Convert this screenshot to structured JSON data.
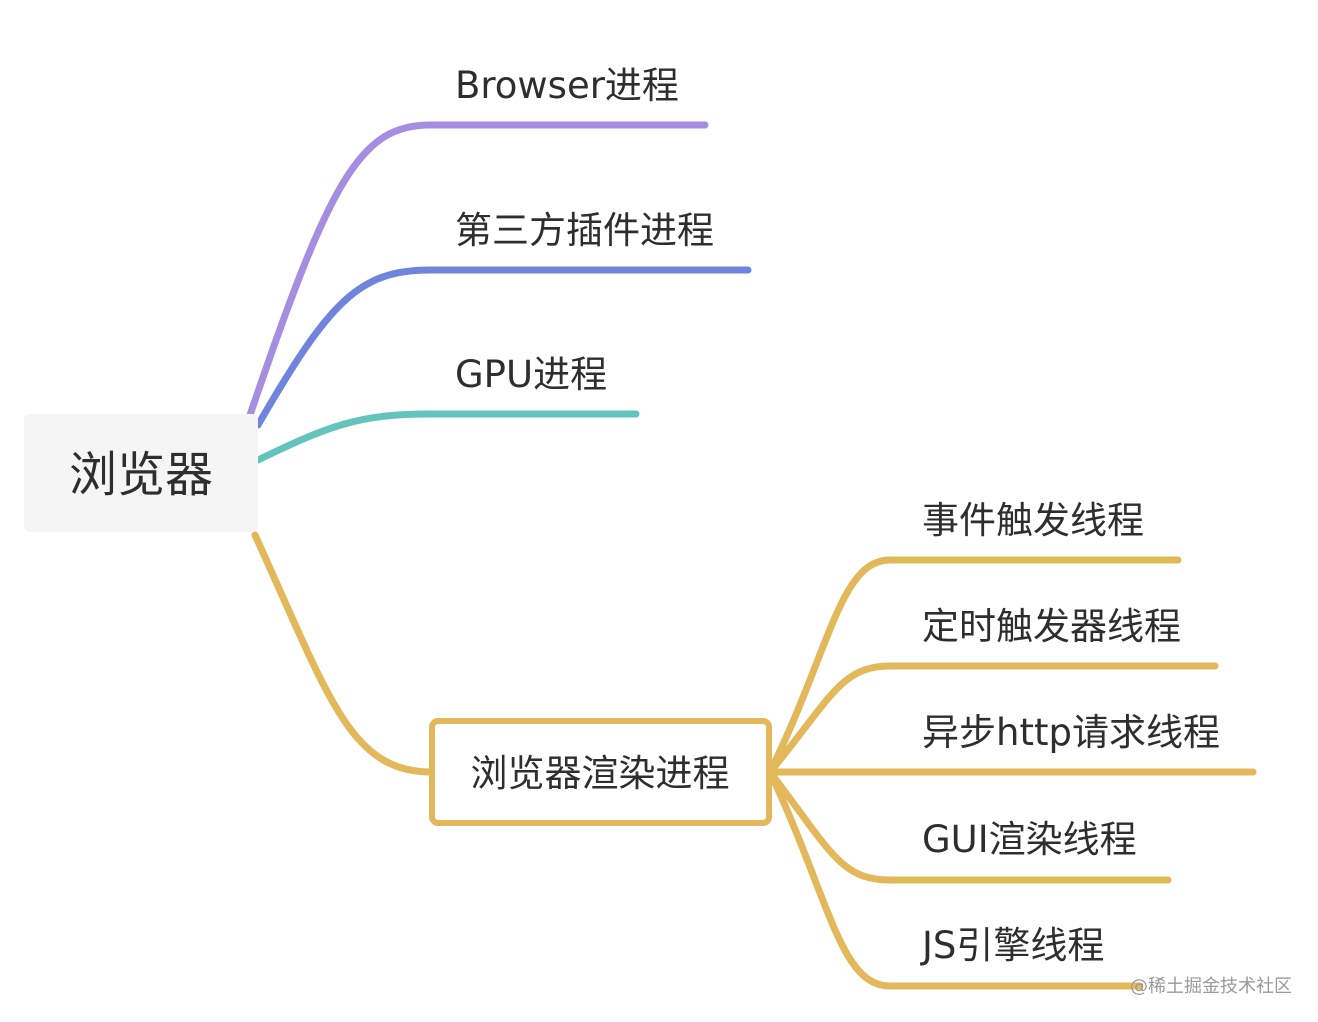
{
  "root": {
    "label": "浏览器"
  },
  "branches": [
    {
      "label": "Browser进程",
      "color": "#a58ee0"
    },
    {
      "label": "第三方插件进程",
      "color": "#6f84dc"
    },
    {
      "label": "GPU进程",
      "color": "#63c4bd"
    },
    {
      "label": "浏览器渲染进程",
      "color": "#e2b85a"
    }
  ],
  "render_children": [
    {
      "label": "事件触发线程"
    },
    {
      "label": "定时触发器线程"
    },
    {
      "label": "异步http请求线程"
    },
    {
      "label": "GUI渲染线程"
    },
    {
      "label": "JS引擎线程"
    }
  ],
  "watermark": "@稀土掘金技术社区"
}
